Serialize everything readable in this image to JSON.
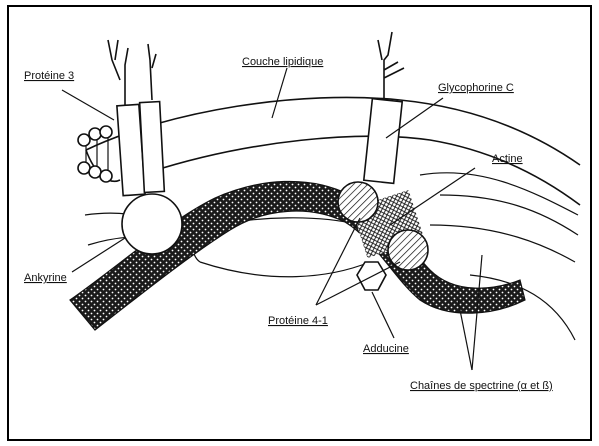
{
  "labels": {
    "proteine3": "Protéine 3",
    "couche_lipidique": "Couche lipidique",
    "glycophorine_c": "Glycophorine C",
    "actine": "Actine",
    "ankyrine": "Ankyrine",
    "proteine41": "Protéine 4-1",
    "adducine": "Adducine",
    "spectrine": "Chaînes de spectrine (α et ß)"
  }
}
